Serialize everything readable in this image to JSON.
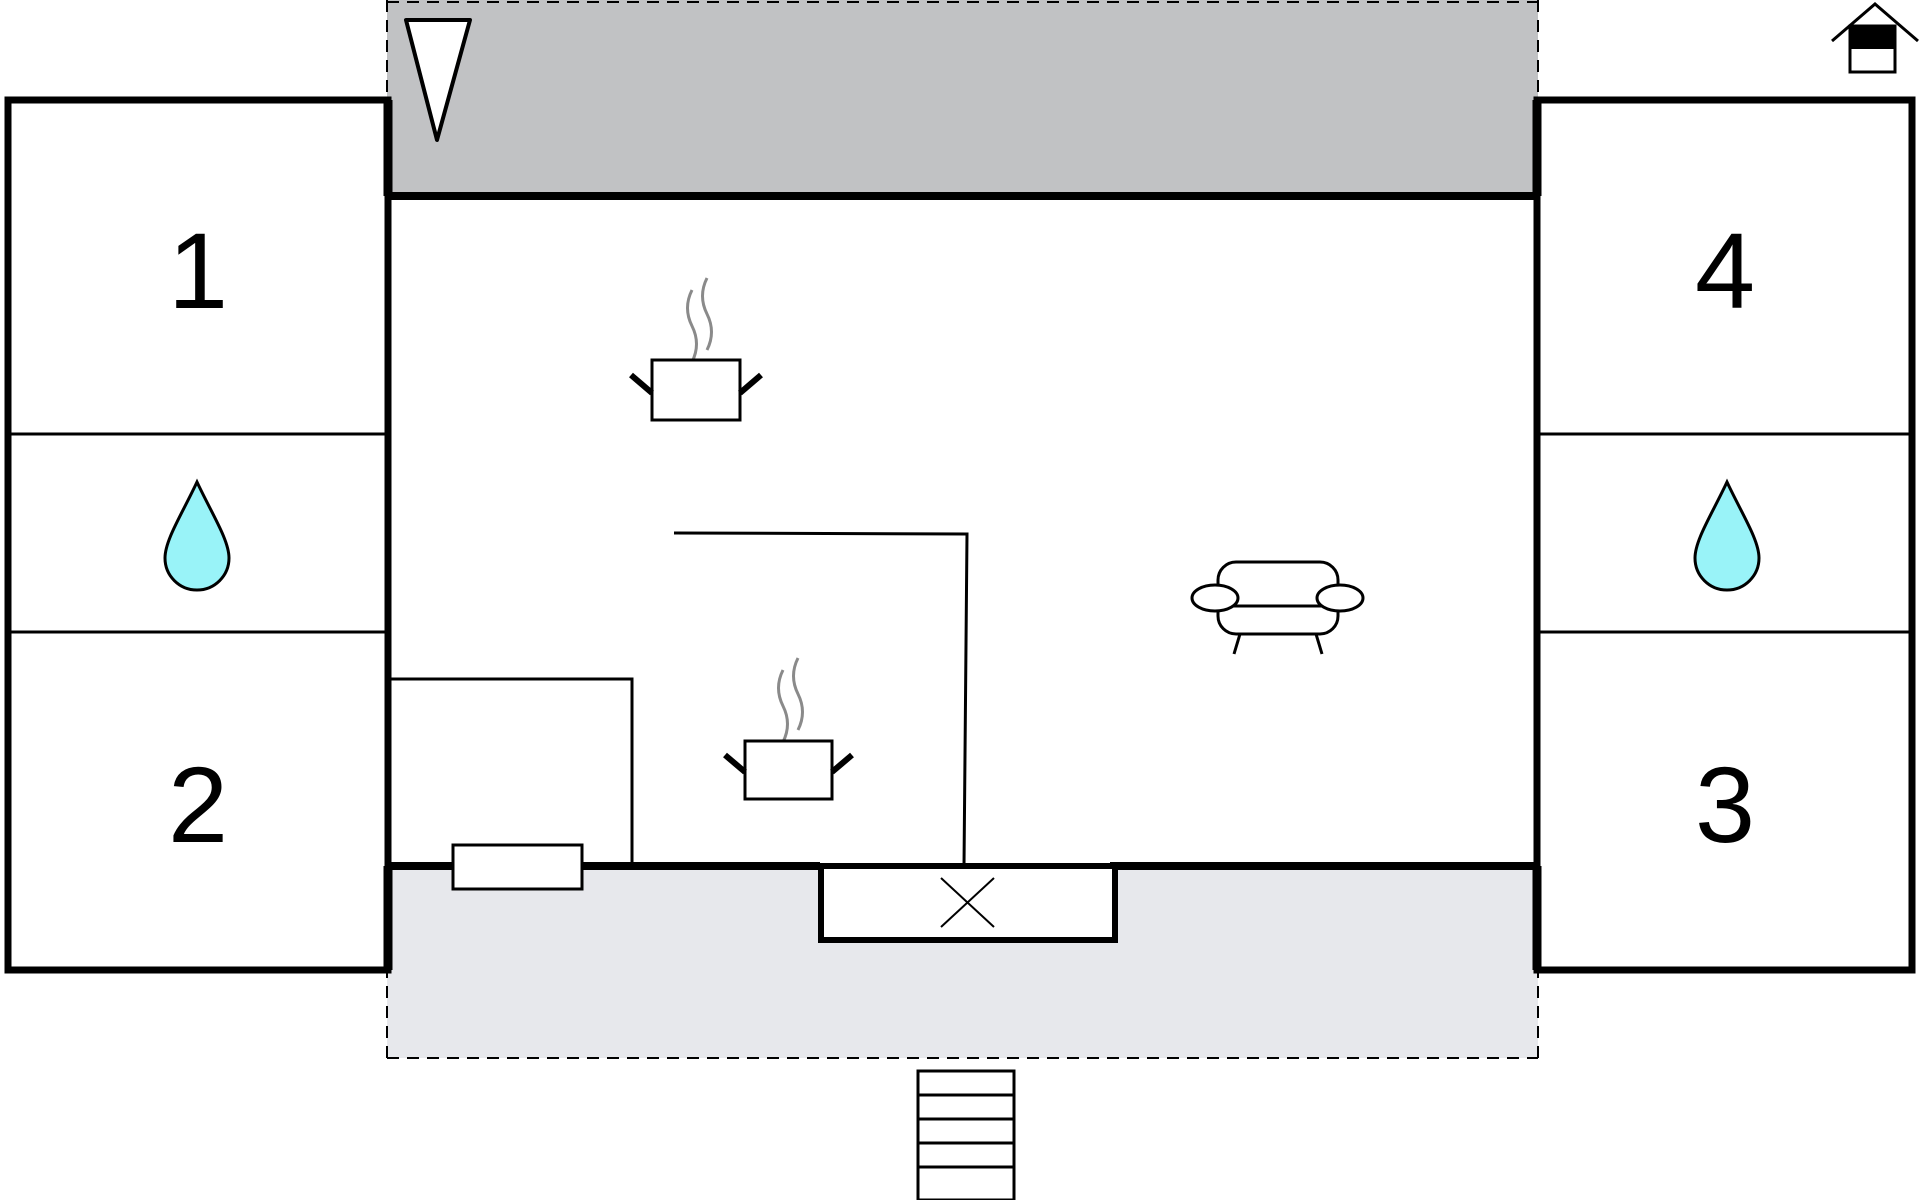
{
  "floorplan": {
    "rooms": [
      {
        "id": "bedroom-1",
        "label": "1"
      },
      {
        "id": "bedroom-2",
        "label": "2"
      },
      {
        "id": "bedroom-3",
        "label": "3"
      },
      {
        "id": "bedroom-4",
        "label": "4"
      }
    ],
    "icons": [
      "north-arrow-icon",
      "house-level-icon",
      "cooking-pot-icon",
      "water-drop-icon",
      "sofa-icon",
      "fireplace-icon",
      "stairs-icon"
    ],
    "colors": {
      "wall": "#000000",
      "terrace_top": "#c1c2c4",
      "terrace_bottom": "#e7e8ec",
      "water_drop": "#99f3f8",
      "steam": "#8a8a8a",
      "background": "#ffffff"
    }
  }
}
